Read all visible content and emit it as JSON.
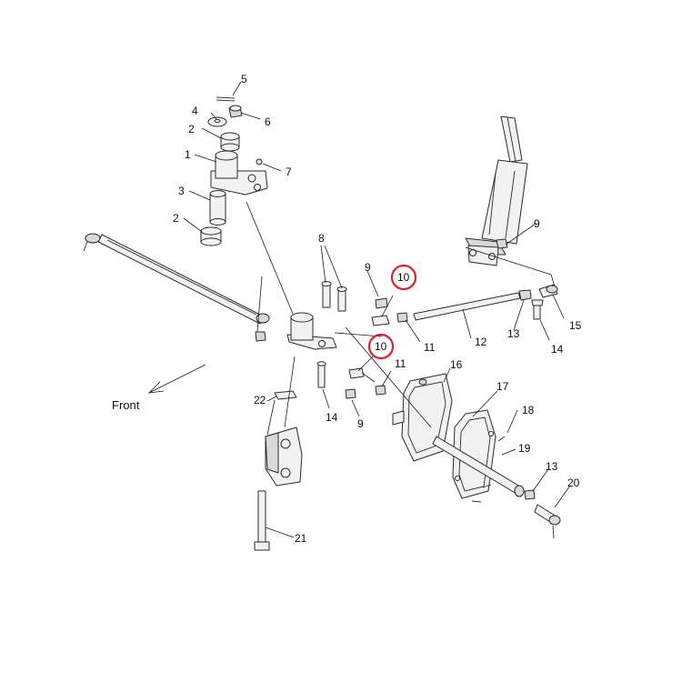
{
  "direction_label": "Front",
  "highlight_color": "#d9232e",
  "callouts": {
    "c1": "1",
    "c2a": "2",
    "c2b": "2",
    "c3": "3",
    "c4": "4",
    "c5": "5",
    "c6": "6",
    "c7": "7",
    "c8": "8",
    "c9a": "9",
    "c9b": "9",
    "c9c": "9",
    "c10a": "10",
    "c10b": "10",
    "c11a": "11",
    "c11b": "11",
    "c12": "12",
    "c13a": "13",
    "c13b": "13",
    "c14a": "14",
    "c14b": "14",
    "c15": "15",
    "c16": "16",
    "c17": "17",
    "c18": "18",
    "c19": "19",
    "c20": "20",
    "c21": "21",
    "c22": "22"
  }
}
